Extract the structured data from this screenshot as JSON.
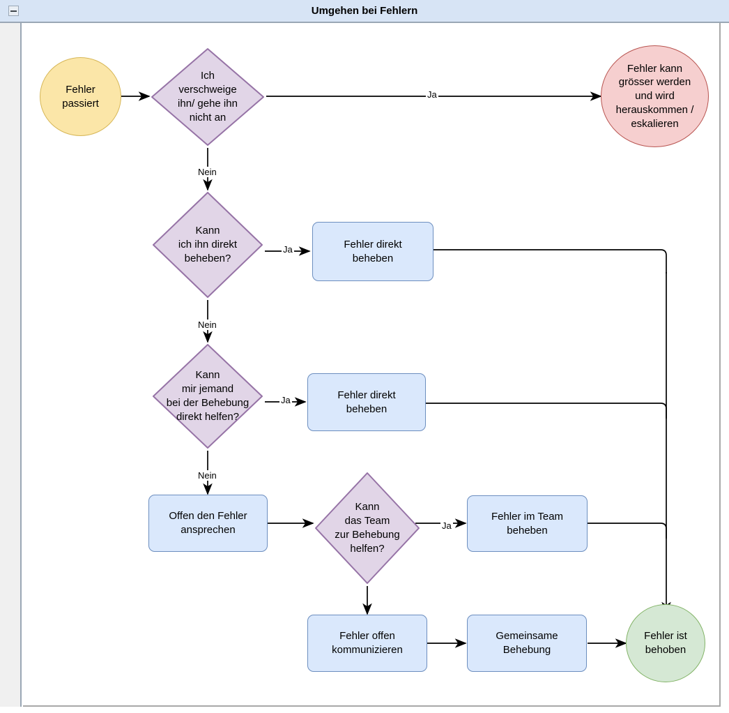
{
  "window": {
    "title": "Umgehen bei Fehlern",
    "collapse_icon": "minus-icon"
  },
  "colors": {
    "title_bar": "#d7e4f5",
    "start_fill": "#fbe6a8",
    "start_stroke": "#d6b656",
    "decision_fill": "#e1d5e7",
    "decision_stroke": "#9673a6",
    "process_fill": "#dae8fc",
    "process_stroke": "#6c8ebf",
    "danger_fill": "#f6cfcf",
    "danger_stroke": "#b85450",
    "good_fill": "#d5e8d4",
    "good_stroke": "#82b366",
    "edge_stroke": "#000000"
  },
  "chart_data": {
    "type": "diagram",
    "title": "Umgehen bei Fehlern",
    "nodes": [
      {
        "id": "start",
        "shape": "circle",
        "label": "Fehler\npassiert"
      },
      {
        "id": "d1",
        "shape": "diamond",
        "label": "Ich\nverschweige\nihn/ gehe ihn\nnicht an"
      },
      {
        "id": "escalate",
        "shape": "circle",
        "label": "Fehler kann\ngrösser werden\nund wird\nherauskommen /\neskalieren"
      },
      {
        "id": "d2",
        "shape": "diamond",
        "label": "Kann\nich ihn direkt\nbeheben?"
      },
      {
        "id": "fix1",
        "shape": "rounded",
        "label": "Fehler direkt\nbeheben"
      },
      {
        "id": "d3",
        "shape": "diamond",
        "label": "Kann\nmir jemand\nbei der Behebung\ndirekt helfen?"
      },
      {
        "id": "fix2",
        "shape": "rounded",
        "label": "Fehler direkt\nbeheben"
      },
      {
        "id": "speak",
        "shape": "rounded",
        "label": "Offen den Fehler\nansprechen"
      },
      {
        "id": "d4",
        "shape": "diamond",
        "label": "Kann\ndas Team\nzur Behebung\nhelfen?"
      },
      {
        "id": "teamfix",
        "shape": "rounded",
        "label": "Fehler im Team\nbeheben"
      },
      {
        "id": "communicate",
        "shape": "rounded",
        "label": "Fehler offen\nkommunizieren"
      },
      {
        "id": "joint",
        "shape": "rounded",
        "label": "Gemeinsame\nBehebung"
      },
      {
        "id": "resolved",
        "shape": "circle",
        "label": "Fehler ist\nbehoben"
      }
    ],
    "edges": [
      {
        "from": "start",
        "to": "d1",
        "label": ""
      },
      {
        "from": "d1",
        "to": "escalate",
        "label": "Ja"
      },
      {
        "from": "d1",
        "to": "d2",
        "label": "Nein"
      },
      {
        "from": "d2",
        "to": "fix1",
        "label": "Ja"
      },
      {
        "from": "d2",
        "to": "d3",
        "label": "Nein"
      },
      {
        "from": "d3",
        "to": "fix2",
        "label": "Ja"
      },
      {
        "from": "d3",
        "to": "speak",
        "label": "Nein"
      },
      {
        "from": "speak",
        "to": "d4",
        "label": ""
      },
      {
        "from": "d4",
        "to": "teamfix",
        "label": "Ja"
      },
      {
        "from": "d4",
        "to": "communicate",
        "label": ""
      },
      {
        "from": "communicate",
        "to": "joint",
        "label": ""
      },
      {
        "from": "joint",
        "to": "resolved",
        "label": ""
      },
      {
        "from": "fix1",
        "to": "resolved",
        "label": ""
      },
      {
        "from": "fix2",
        "to": "resolved",
        "label": ""
      },
      {
        "from": "teamfix",
        "to": "resolved",
        "label": ""
      }
    ],
    "edge_labels": {
      "d1_ja": "Ja",
      "d1_nein": "Nein",
      "d2_ja": "Ja",
      "d2_nein": "Nein",
      "d3_ja": "Ja",
      "d3_nein": "Nein",
      "d4_ja": "Ja"
    }
  }
}
